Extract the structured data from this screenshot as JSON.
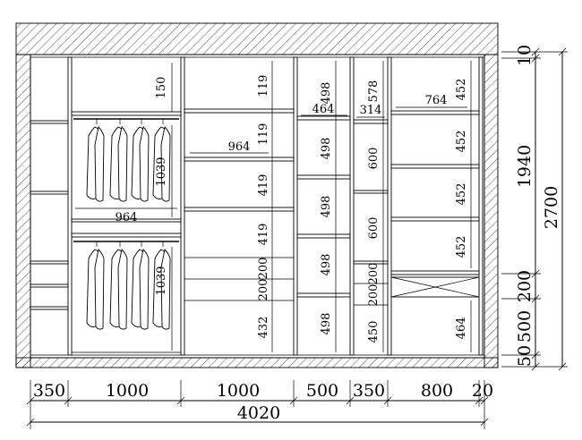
{
  "widths": {
    "sections": [
      "350",
      "1000",
      "1000",
      "500",
      "350",
      "800",
      "20"
    ],
    "total": "4020"
  },
  "heights": {
    "parts": [
      "10",
      "1940",
      "200",
      "500",
      "50"
    ],
    "total": "2700"
  },
  "bays": {
    "hanging": {
      "top_shelf": "150",
      "upper_depth": "1039",
      "upper_width": "964",
      "lower_depth": "1039"
    },
    "middle": {
      "top": "119",
      "second": "119",
      "width": "964",
      "third": "419",
      "fourth": "419",
      "drawer1": "200",
      "drawer2": "200",
      "bottom": "432"
    },
    "narrow500": {
      "top": "498",
      "width": "464",
      "s2": "498",
      "s3": "498",
      "s4": "498",
      "s5": "498"
    },
    "narrow350": {
      "top": "578",
      "width": "314",
      "s2": "600",
      "s3": "600",
      "drawer1": "200",
      "drawer2": "200",
      "bottom": "450"
    },
    "right800": {
      "width": "764",
      "s1": "452",
      "s2": "452",
      "s3": "452",
      "s4": "452",
      "bottom": "464"
    }
  }
}
